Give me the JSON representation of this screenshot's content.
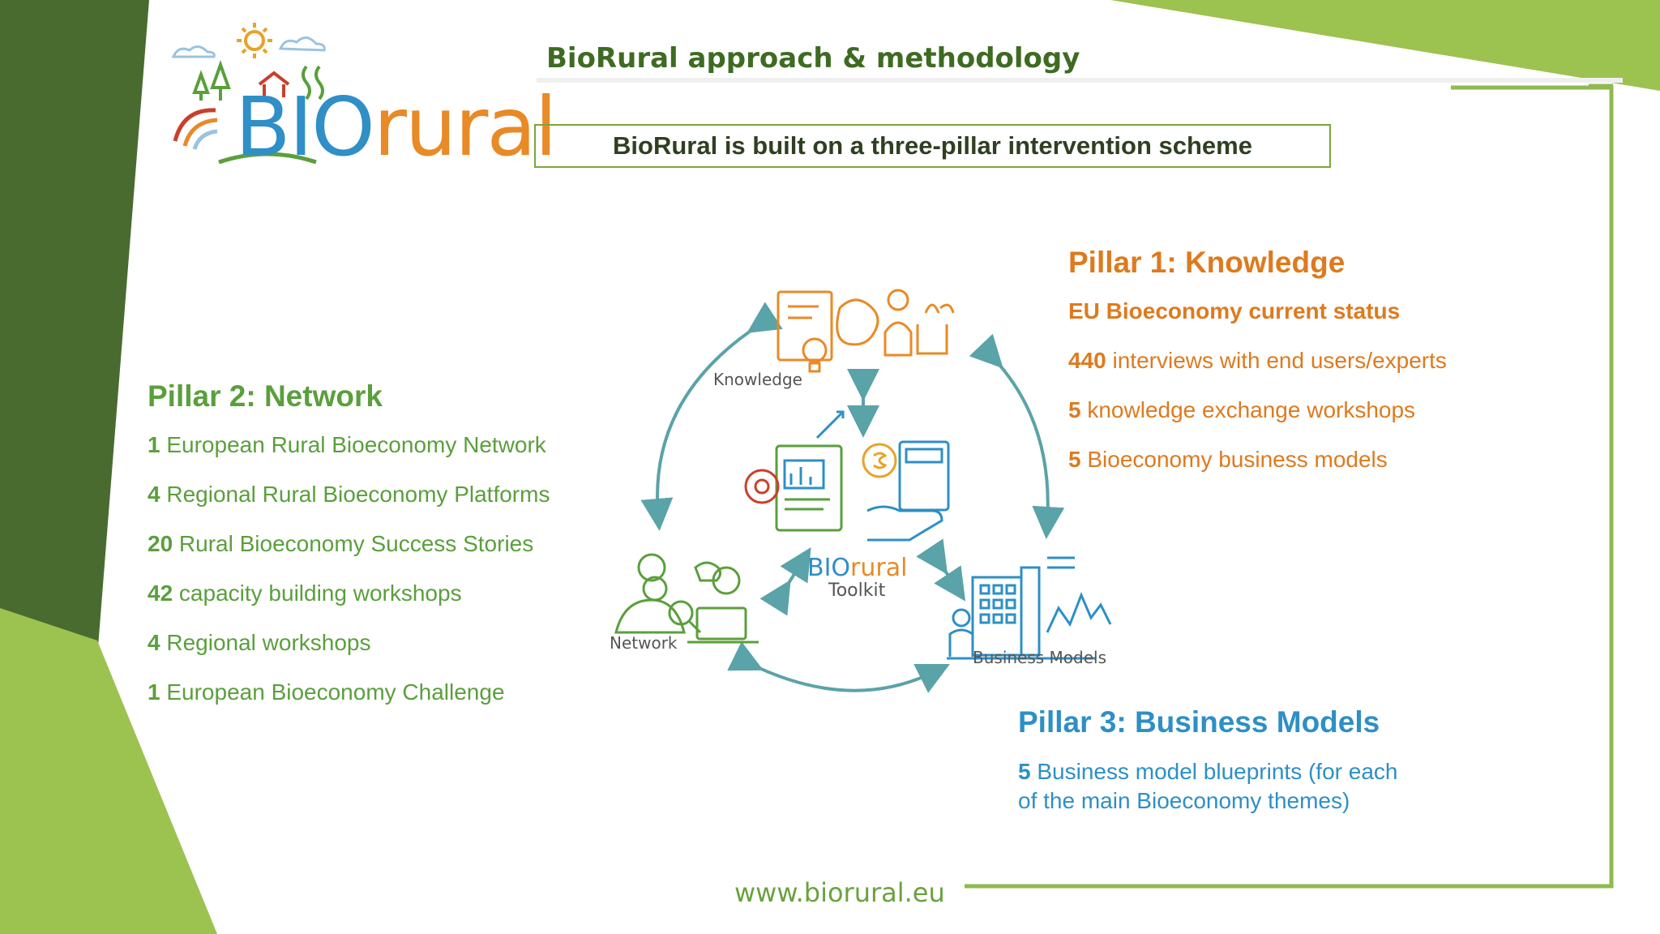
{
  "colors": {
    "dark_green": "#4a6b30",
    "light_green": "#9cc250",
    "border_green": "#8fba4f",
    "network_green": "#5a9f3c",
    "knowledge_orange": "#de7a1e",
    "business_blue": "#2e8fc5"
  },
  "logo": {
    "part1": "BIO",
    "part2": "rural"
  },
  "header": {
    "title": "BioRural approach & methodology",
    "scheme": "BioRural is built on a three-pillar intervention scheme"
  },
  "diagram": {
    "knowledge_label": "Knowledge",
    "network_label": "Network",
    "business_label": "Business Models",
    "toolkit_brand_part1": "BIO",
    "toolkit_brand_part2": "rural",
    "toolkit_label": "Toolkit"
  },
  "pillar1": {
    "title": "Pillar 1: Knowledge",
    "items": [
      {
        "text": "EU Bioeconomy current status"
      },
      {
        "num": "440",
        "text": " interviews with end users/experts"
      },
      {
        "num": "5",
        "text": " knowledge exchange workshops"
      },
      {
        "num": "5",
        "text": " Bioeconomy business models"
      }
    ]
  },
  "pillar2": {
    "title": "Pillar 2: Network",
    "items": [
      {
        "num": "1",
        "text": " European Rural Bioeconomy Network"
      },
      {
        "num": "4",
        "text": " Regional Rural Bioeconomy Platforms"
      },
      {
        "num": "20",
        "text": " Rural Bioeconomy Success Stories"
      },
      {
        "num": "42",
        "text": " capacity building workshops"
      },
      {
        "num": "4",
        "text": " Regional workshops"
      },
      {
        "num": "1",
        "text": " European Bioeconomy Challenge"
      }
    ]
  },
  "pillar3": {
    "title": "Pillar 3: Business Models",
    "items": [
      {
        "num": "5",
        "text": " Business model blueprints (for each of the main Bioeconomy themes)"
      }
    ]
  },
  "footer": {
    "url": "www.biorural.eu"
  }
}
